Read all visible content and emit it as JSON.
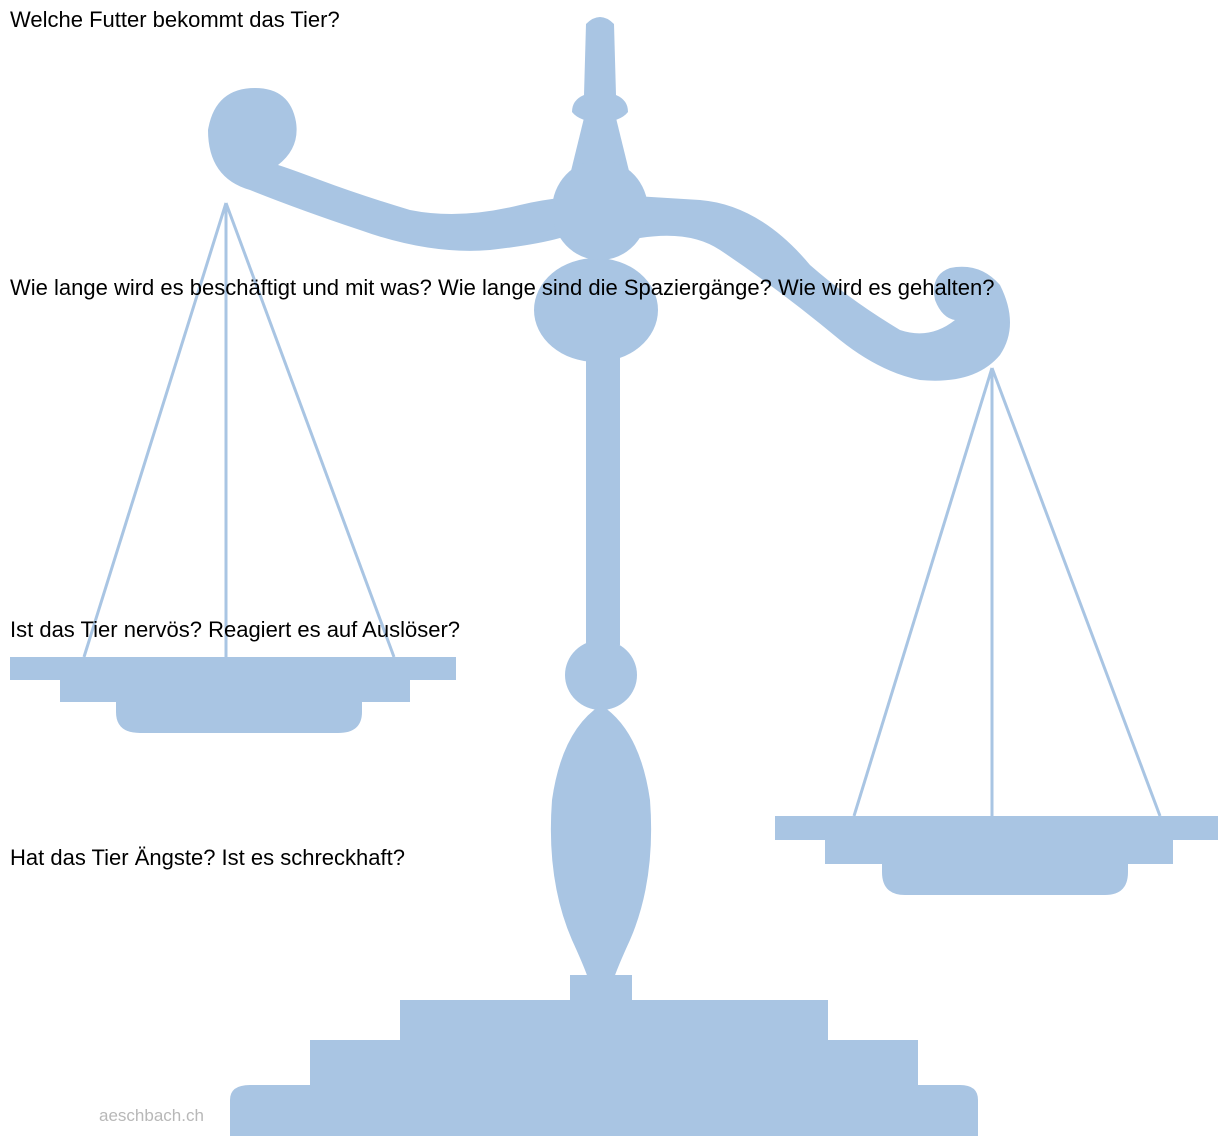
{
  "document": {
    "questions": [
      "Welche Futter bekommt das Tier?",
      "Wie lange wird es beschäftigt und mit was? Wie lange sind die Spaziergänge? Wie wird es gehalten?",
      "Ist das Tier nervös? Reagiert es auf Auslöser?",
      "Hat das Tier Ängste? Ist es schreckhaft?"
    ],
    "watermark": "aeschbach.ch"
  },
  "illustration": {
    "name": "balance-scale-icon",
    "color": "#a9c5e3"
  }
}
